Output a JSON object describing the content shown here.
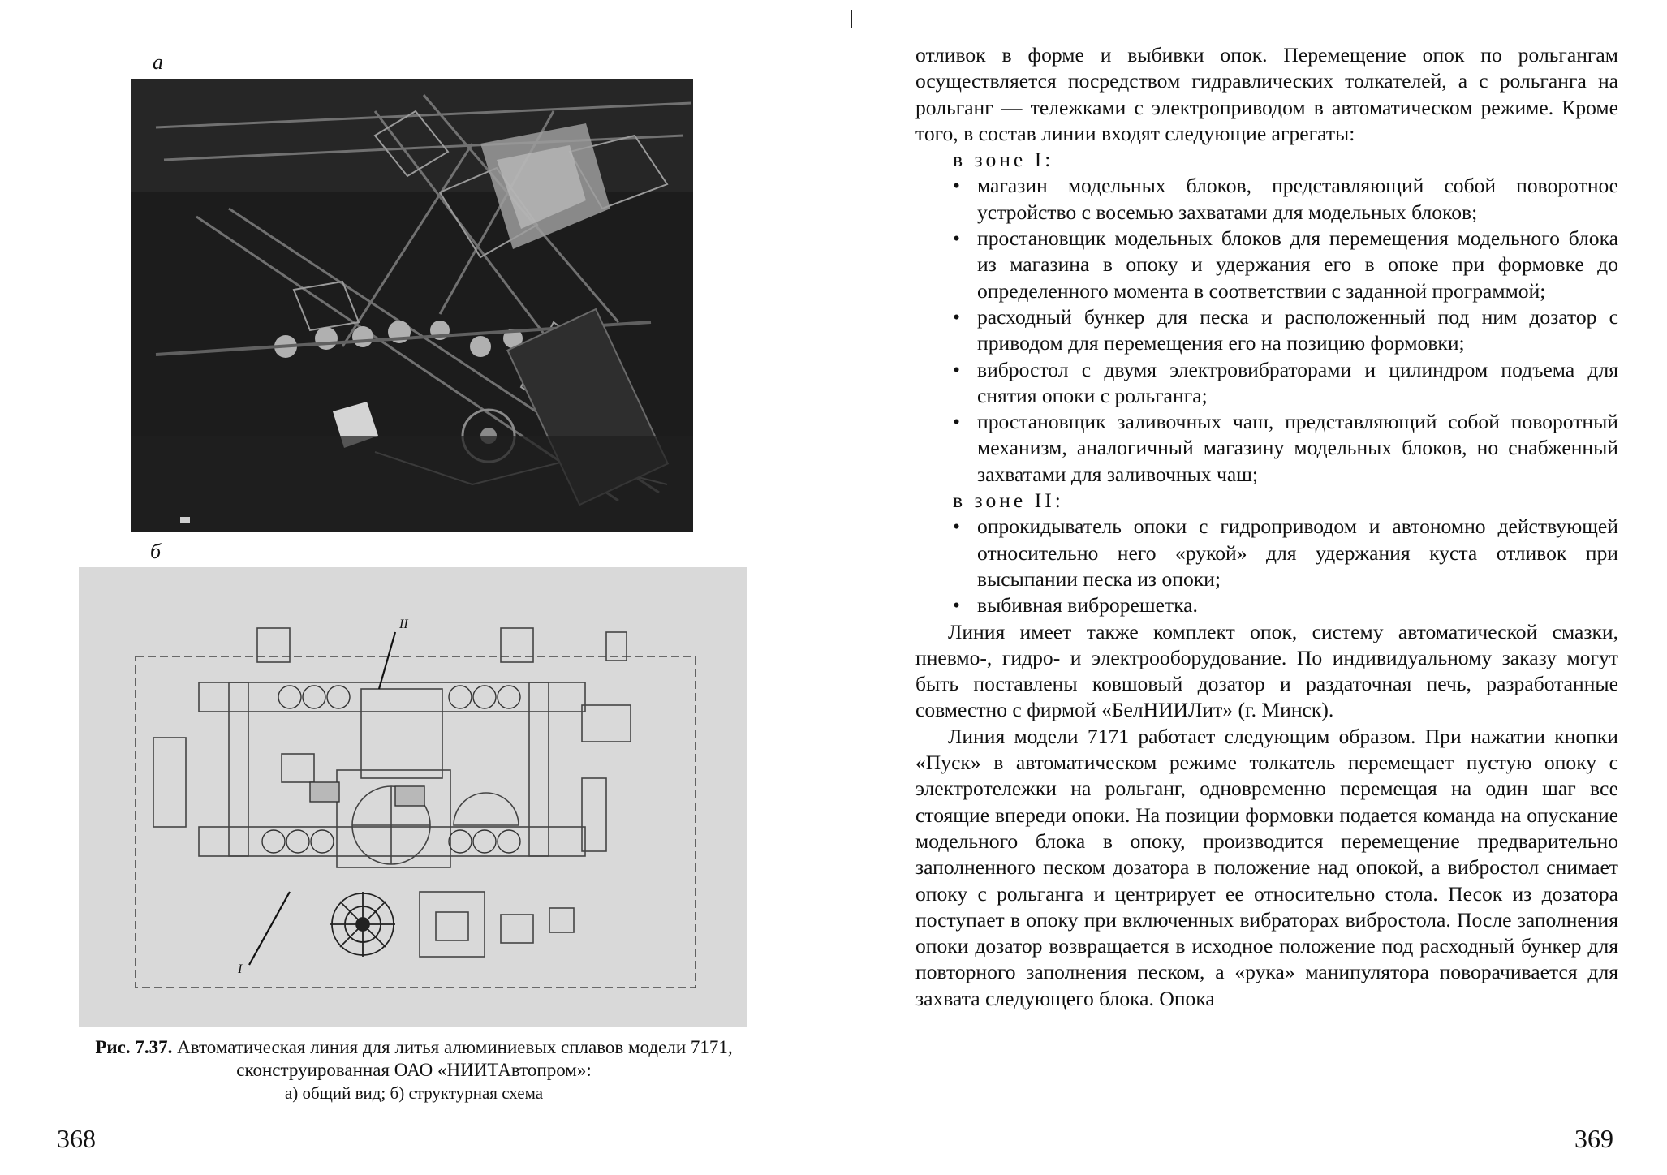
{
  "left_page": {
    "label_a": "а",
    "label_b": "б",
    "caption": {
      "number": "Рис. 7.37.",
      "text": "Автоматическая линия для литья алюминиевых сплавов модели 7171, сконструированная ОАО «НИИТАвтопром»:",
      "subtext": "а) общий вид; б) структурная схема"
    },
    "scheme_markers": {
      "top": "II",
      "bottom": "I"
    },
    "page_number": "368"
  },
  "right_page": {
    "p1": "отливок в форме и выбивки опок. Перемещение опок по рольгангам осуществляется посредством гидравлических толкателей, а с рольганга на рольганг — тележками с электроприводом в автоматическом режиме. Кроме того, в состав линии входят следующие агрегаты:",
    "zone1_title": "в зоне I:",
    "zone1_items": [
      "магазин модельных блоков, представляющий собой поворотное устройство с восемью захватами для модельных блоков;",
      "простановщик модельных блоков для перемещения модельного блока из магазина в опоку и удержания его в опоке при формовке до определенного момента в соответствии с заданной программой;",
      "расходный бункер для песка и расположенный под ним дозатор с приводом для перемещения его на позицию формовки;",
      "вибростол с двумя электровибраторами и цилиндром подъема для снятия опоки с рольганга;",
      "простановщик заливочных чаш, представляющий собой поворотный механизм, аналогичный магазину модельных блоков, но снабженный захватами для заливочных чаш;"
    ],
    "zone2_title": "в зоне II:",
    "zone2_items": [
      "опрокидыватель опоки с гидроприводом и автономно действующей относительно него «рукой» для удержания куста отливок при высыпании песка из опоки;",
      "выбивная виброрешетка."
    ],
    "p2": "Линия имеет также комплект опок, систему автоматической смазки, пневмо-, гидро- и электрооборудование. По индивидуальному заказу могут быть поставлены ковшовый дозатор и раздаточная печь, разработанные совместно с фирмой «БелНИИЛит» (г. Минск).",
    "p3": "Линия модели 7171 работает следующим образом. При нажатии кнопки «Пуск» в автоматическом режиме толкатель перемещает пустую опоку с электротележки на рольганг, одновременно перемещая на один шаг все стоящие впереди опоки. На позиции формовки подается команда на опускание модельного блока в опоку, производится перемещение предварительно заполненного песком дозатора в положение над опокой, а вибростол снимает опоку с рольганга и центрирует ее относительно стола. Песок из дозатора поступает в опоку при включенных вибраторах вибростола. После заполнения опоки дозатор возвращается в исходное положение под расходный бункер для повторного заполнения песком, а «рука» манипулятора поворачивается для захвата следующего блока. Опока",
    "page_number": "369"
  }
}
